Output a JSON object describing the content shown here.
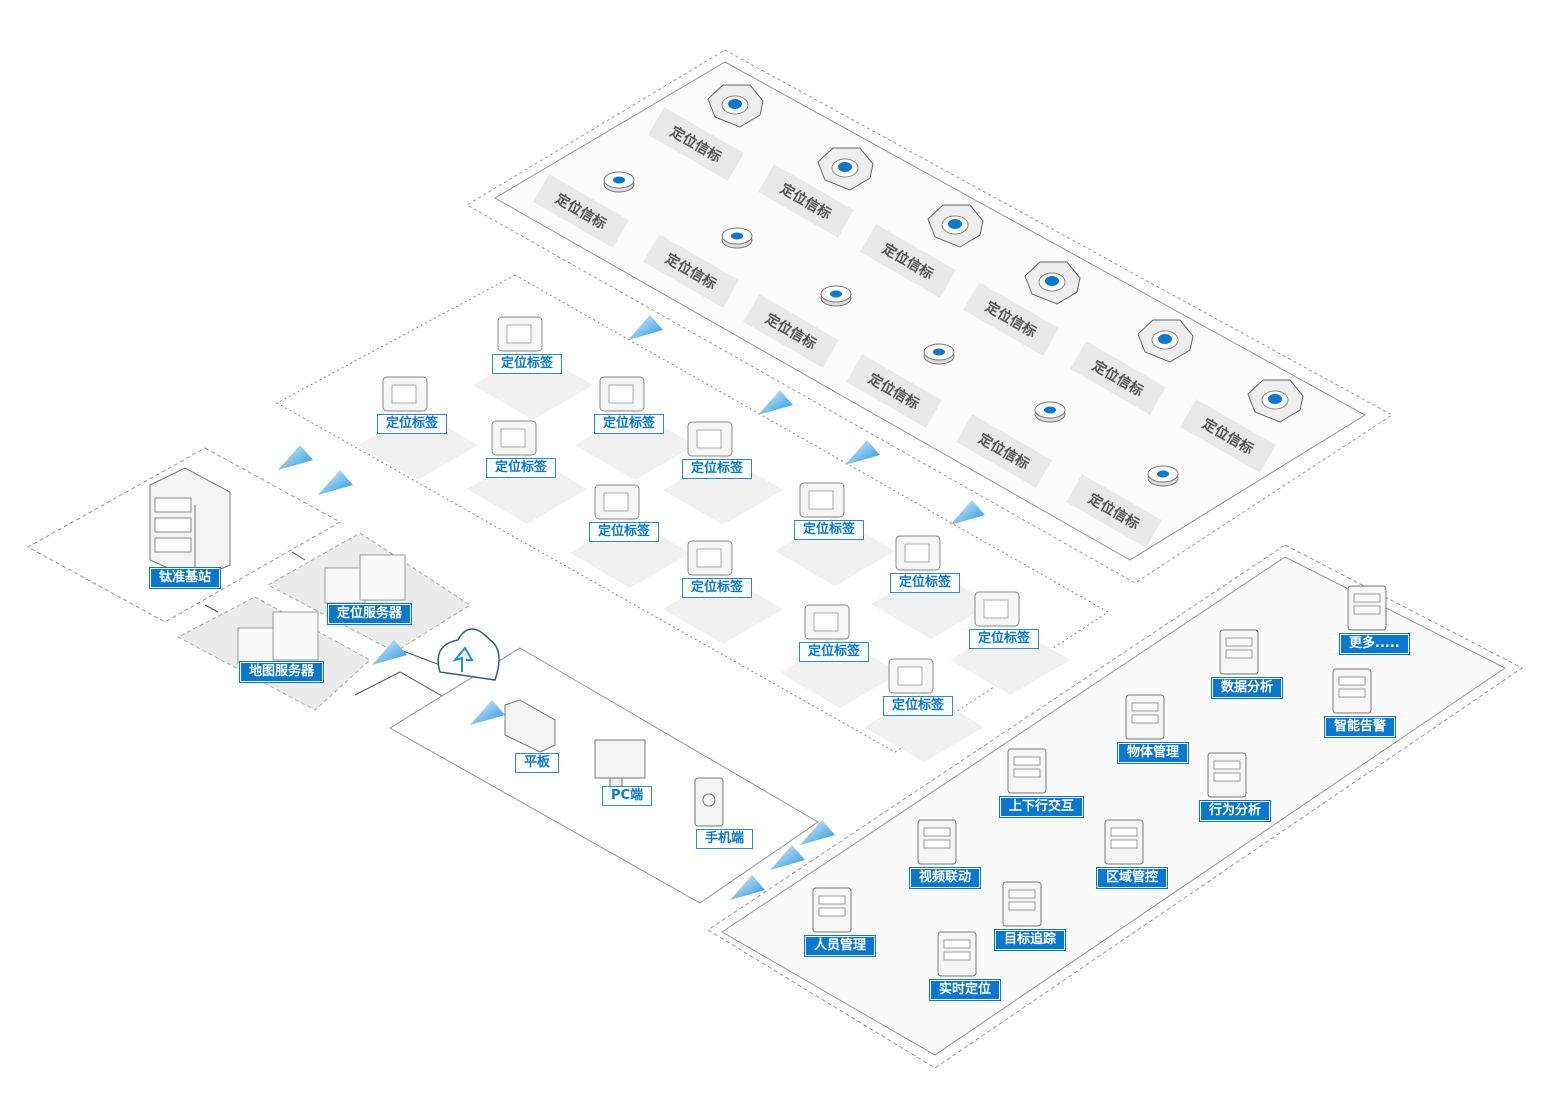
{
  "beacon_zone": {
    "beacon_label": "定位信标",
    "beacon_count": 12
  },
  "tag_zone": {
    "tag_label": "定位标签",
    "tag_count": 12
  },
  "infrastructure": {
    "base_station": "钛准基站",
    "location_server": "定位服务器",
    "map_server": "地图服务器"
  },
  "clients": {
    "tablet": "平板",
    "pc": "PC端",
    "mobile": "手机端"
  },
  "applications": {
    "more": "更多.....",
    "data_analysis": "数据分析",
    "smart_alarm": "智能告警",
    "object_management": "物体管理",
    "uplink_downlink": "上下行交互",
    "behavior_analysis": "行为分析",
    "video_linkage": "视频联动",
    "zone_control": "区域管控",
    "personnel_management": "人员管理",
    "target_tracking": "目标追踪",
    "realtime_location": "实时定位"
  },
  "colors": {
    "accent": "#0a78cf",
    "arrow": "#3aa6e6"
  }
}
